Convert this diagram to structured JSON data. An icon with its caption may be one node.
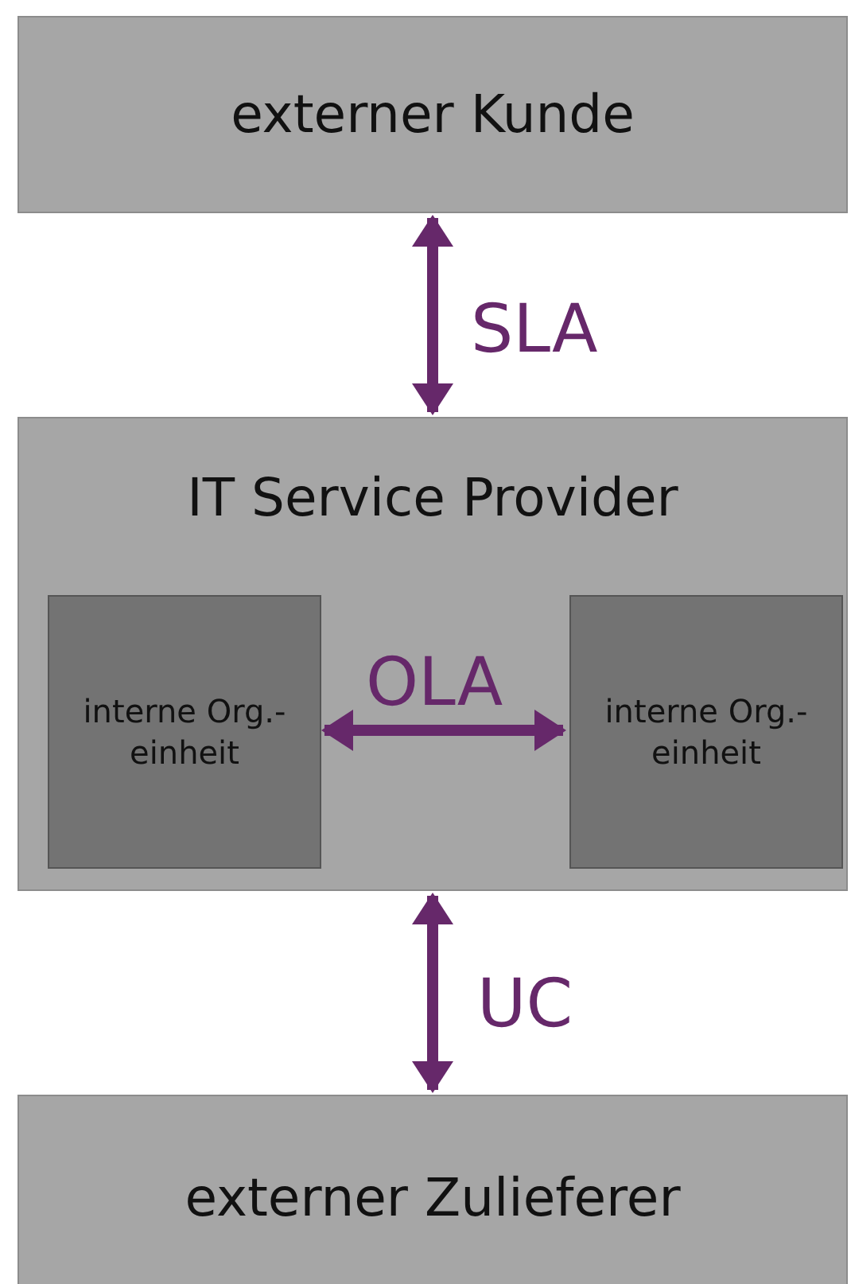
{
  "diagram": {
    "nodes": [
      {
        "text": [
          "externer Kunde"
        ]
      },
      {
        "text": [
          "IT Service Provider"
        ]
      },
      {
        "text": [
          "interne Org.-einheit"
        ],
        "in": 1
      },
      {
        "text": [
          "interne Org.-einheit"
        ],
        "in": 1
      },
      {
        "text": [
          "externer Zulieferer"
        ]
      }
    ],
    "edges": [
      {
        "from": 0,
        "to": 1,
        "arrow": "both",
        "label": "SLA"
      },
      {
        "from": 2,
        "to": 3,
        "arrow": "both",
        "label": "OLA"
      },
      {
        "from": 1,
        "to": 4,
        "arrow": "both",
        "label": "UC"
      }
    ]
  }
}
